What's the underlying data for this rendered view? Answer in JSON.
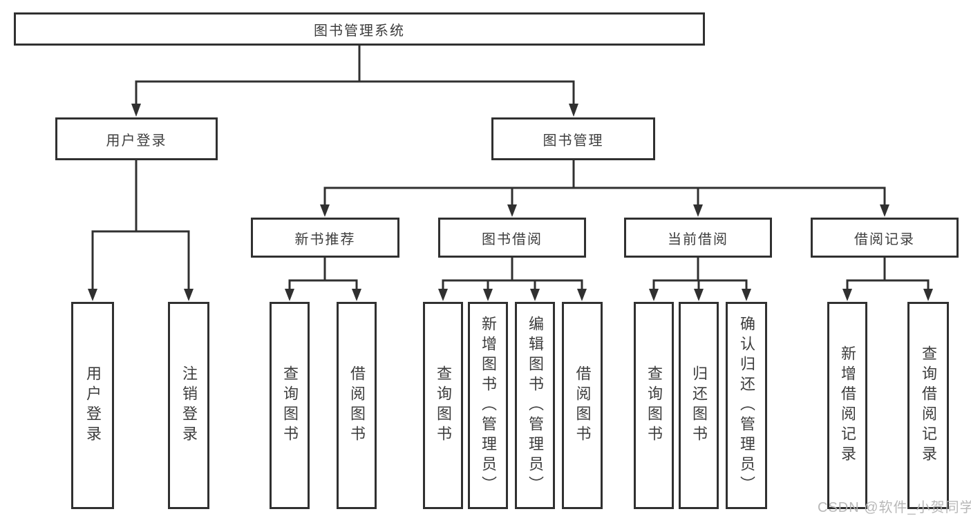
{
  "tree": {
    "root": "图书管理系统",
    "children": [
      {
        "label": "用户登录",
        "children": [
          {
            "label": "用户登录"
          },
          {
            "label": "注销登录"
          }
        ]
      },
      {
        "label": "图书管理",
        "children": [
          {
            "label": "新书推荐",
            "children": [
              {
                "label": "查询图书"
              },
              {
                "label": "借阅图书"
              }
            ]
          },
          {
            "label": "图书借阅",
            "children": [
              {
                "label": "查询图书"
              },
              {
                "label": "新增图书（管理员）"
              },
              {
                "label": "编辑图书（管理员）"
              },
              {
                "label": "借阅图书"
              }
            ]
          },
          {
            "label": "当前借阅",
            "children": [
              {
                "label": "查询图书"
              },
              {
                "label": "归还图书"
              },
              {
                "label": "确认归还（管理员）"
              }
            ]
          },
          {
            "label": "借阅记录",
            "children": [
              {
                "label": "新增借阅记录"
              },
              {
                "label": "查询借阅记录"
              }
            ]
          }
        ]
      }
    ]
  },
  "watermark": "CSDN @软件_小贺同学",
  "colors": {
    "line": "#303030",
    "text": "#3d3d3d",
    "background": "#ffffff",
    "watermark": "#b5b5b5"
  }
}
